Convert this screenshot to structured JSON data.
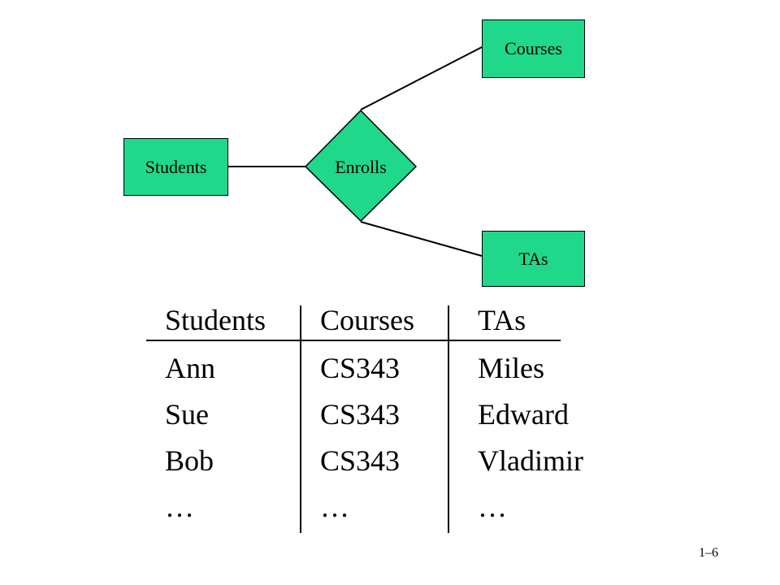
{
  "diagram": {
    "entities": {
      "students": "Students",
      "courses": "Courses",
      "tas": "TAs"
    },
    "relationship": "Enrolls"
  },
  "table": {
    "headers": [
      "Students",
      "Courses",
      "TAs"
    ],
    "rows": [
      [
        "Ann",
        "CS343",
        "Miles"
      ],
      [
        "Sue",
        "CS343",
        "Edward"
      ],
      [
        "Bob",
        "CS343",
        "Vladimir"
      ],
      [
        "…",
        "…",
        "…"
      ]
    ]
  },
  "page_number": "1–6",
  "colors": {
    "entity_fill": "#1fd889",
    "relationship_fill": "#1fd889",
    "stroke": "#000000"
  }
}
